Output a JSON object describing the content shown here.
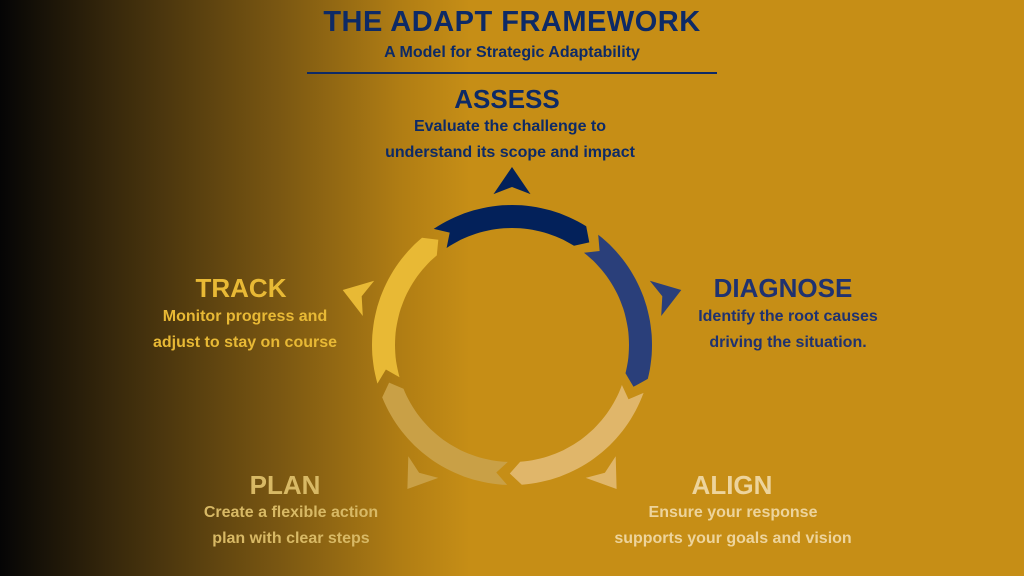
{
  "header": {
    "title": "THE ADAPT FRAMEWORK",
    "subtitle": "A Model for Strategic Adaptability"
  },
  "steps": [
    {
      "name": "ASSESS",
      "desc1": "Evaluate the challenge to",
      "desc2": "understand its scope and impact",
      "color": "#03215a"
    },
    {
      "name": "DIAGNOSE",
      "desc1": "Identify the root causes",
      "desc2": "driving the situation.",
      "color": "#2a3f7a"
    },
    {
      "name": "ALIGN",
      "desc1": "Ensure your response",
      "desc2": "supports your goals and vision",
      "color": "#e0b66a"
    },
    {
      "name": "PLAN",
      "desc1": "Create a flexible action",
      "desc2": "plan with clear steps",
      "color": "#c9a046"
    },
    {
      "name": "TRACK",
      "desc1": "Monitor progress and",
      "desc2": "adjust to stay on course",
      "color": "#e8b935"
    }
  ]
}
